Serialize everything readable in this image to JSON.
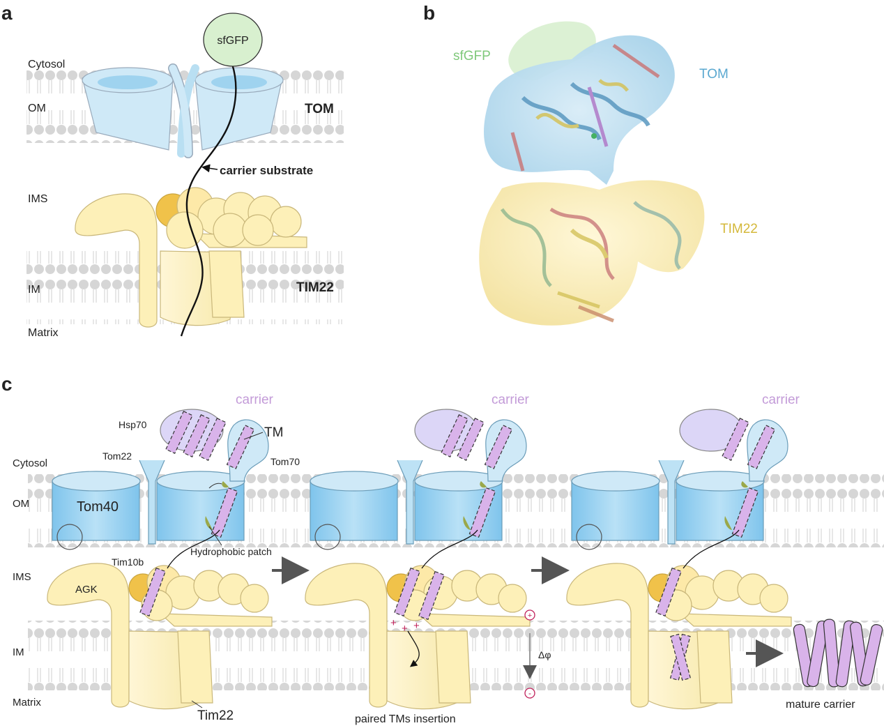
{
  "panel_a": {
    "letter": "a",
    "labels": {
      "cytosol": "Cytosol",
      "om": "OM",
      "ims": "IMS",
      "im": "IM",
      "matrix": "Matrix",
      "tom": "TOM",
      "tim22": "TIM22",
      "sfgfp": "sfGFP",
      "substrate": "carrier substrate"
    }
  },
  "panel_b": {
    "letter": "b",
    "labels": {
      "sfgfp": "sfGFP",
      "tom": "TOM",
      "tim22": "TIM22"
    }
  },
  "panel_c": {
    "letter": "c",
    "labels": {
      "cytosol": "Cytosol",
      "om": "OM",
      "ims": "IMS",
      "im": "IM",
      "matrix": "Matrix",
      "carrier": "carrier",
      "hsp70": "Hsp70",
      "tm": "TM",
      "tom22": "Tom22",
      "tom70": "Tom70",
      "tom40": "Tom40",
      "hydrophobic_patch": "Hydrophobic patch",
      "tim10b": "Tim10b",
      "agk": "AGK",
      "tim22": "Tim22",
      "paired": "paired TMs insertion",
      "mature": "mature carrier",
      "delta": "Δφ",
      "plus": "+",
      "minus": "-"
    }
  },
  "colors": {
    "tom_blue": "#cfe9f7",
    "tom_dark_blue": "#9fd3ef",
    "tim_yellow": "#fdf0b8",
    "tim_dark_yellow": "#f0c24a",
    "sfgfp_green": "#d8f0cf",
    "carrier_purple": "#d9b3ea",
    "hsp70_lavender": "#dcd6f7",
    "membrane_gray": "#dcdcdc",
    "patch_green": "#9aa84a",
    "charge_red": "#c0205a"
  }
}
